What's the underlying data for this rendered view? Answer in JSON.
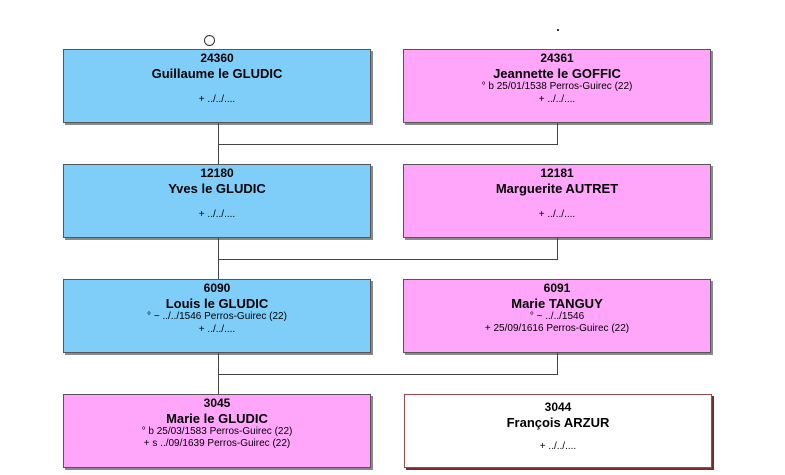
{
  "persons": [
    {
      "id": "24360",
      "name": "Guillaume le GLUDIC",
      "line1": "",
      "line2": "+ ../../...."
    },
    {
      "id": "24361",
      "name": "Jeannette le GOFFIC",
      "line1": "° b 25/01/1538 Perros-Guirec (22)",
      "line2": "+ ../../...."
    },
    {
      "id": "12180",
      "name": "Yves le GLUDIC",
      "line1": "",
      "line2": "+ ../../...."
    },
    {
      "id": "12181",
      "name": "Marguerite AUTRET",
      "line1": "",
      "line2": "+ ../../...."
    },
    {
      "id": "6090",
      "name": "Louis le GLUDIC",
      "line1": "° ~ ../../1546 Perros-Guirec (22)",
      "line2": "+ ../../...."
    },
    {
      "id": "6091",
      "name": "Marie TANGUY",
      "line1": "° ~ ../../1546",
      "line2": "+ 25/09/1616 Perros-Guirec (22)"
    },
    {
      "id": "3045",
      "name": "Marie le GLUDIC",
      "line1": "° b 25/03/1583 Perros-Guirec (22)",
      "line2": "+ s ../09/1639 Perros-Guirec (22)"
    },
    {
      "id": "3044",
      "name": "François ARZUR",
      "line1": "",
      "line2": "+ ../../...."
    }
  ],
  "colors": {
    "male": "#7ecef9",
    "female": "#ffa6fb",
    "unknown": "#ffffff",
    "connector": "#444444"
  }
}
